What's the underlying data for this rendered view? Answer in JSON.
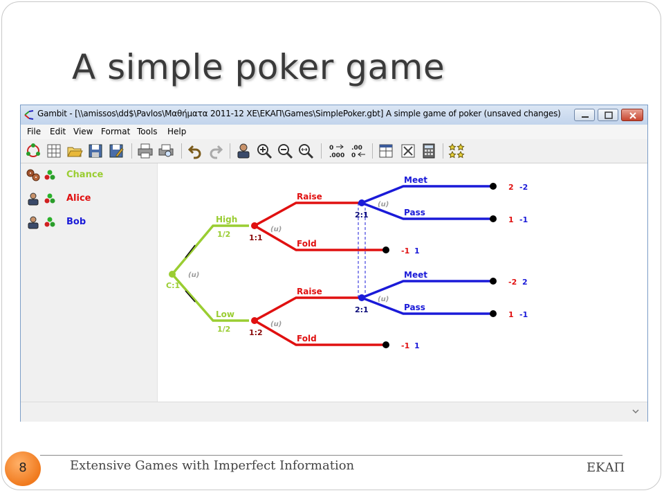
{
  "slide": {
    "title": "A simple poker game",
    "page_number": "8",
    "footer_text": "Extensive Games with Imperfect Information",
    "footer_right": "ΕΚΑΠ"
  },
  "window": {
    "title": "Gambit - [\\\\amissos\\dd$\\Pavlos\\Μαθήματα 2011-12 ΧΕ\\ΕΚΑΠ\\Games\\SimplePoker.gbt] A simple game of poker (unsaved changes)"
  },
  "menu": [
    "File",
    "Edit",
    "View",
    "Format",
    "Tools",
    "Help"
  ],
  "toolbar": {
    "icons": [
      "players-icon",
      "table-icon",
      "open-icon",
      "save-icon",
      "save-as-icon",
      "print-icon",
      "print-preview-icon",
      "undo-icon",
      "redo-icon",
      "add-player-icon",
      "zoom-in-icon",
      "zoom-out-icon",
      "zoom-fit-icon",
      "decimals-icon",
      "fraction-icon",
      "strategic-form-icon",
      "dominance-icon",
      "calculator-icon",
      "equilibria-icon"
    ],
    "decimal_label_top": "0",
    "decimal_label_bottom": ".000",
    "fraction_label_top": ".00",
    "fraction_label_bottom": "0"
  },
  "players": [
    {
      "name": "Chance",
      "color": "#9acd32"
    },
    {
      "name": "Alice",
      "color": "#e01010"
    },
    {
      "name": "Bob",
      "color": "#1a1ad8"
    }
  ],
  "tree": {
    "root_label": "C:1",
    "root_info": "(u)",
    "high_label": "High",
    "high_prob": "1/2",
    "low_label": "Low",
    "low_prob": "1/2",
    "alice_high_node": "1:1",
    "alice_low_node": "1:2",
    "alice_high_info": "(u)",
    "alice_low_info": "(u)",
    "raise_label": "Raise",
    "fold_label": "Fold",
    "bob_node_top": "2:1",
    "bob_node_bottom": "2:1",
    "bob_info_top": "(u)",
    "bob_info_bottom": "(u)",
    "meet_label": "Meet",
    "pass_label": "Pass",
    "payoffs": [
      {
        "a": "2",
        "b": "-2"
      },
      {
        "a": "1",
        "b": "-1"
      },
      {
        "a": "-1",
        "b": "1"
      },
      {
        "a": "-2",
        "b": "2"
      },
      {
        "a": "1",
        "b": "-1"
      },
      {
        "a": "-1",
        "b": "1"
      }
    ]
  },
  "colors": {
    "chance": "#9acd32",
    "alice": "#e01010",
    "bob": "#1a1ad8",
    "info": "#9a9a9a",
    "badge": "#f07a1e"
  }
}
